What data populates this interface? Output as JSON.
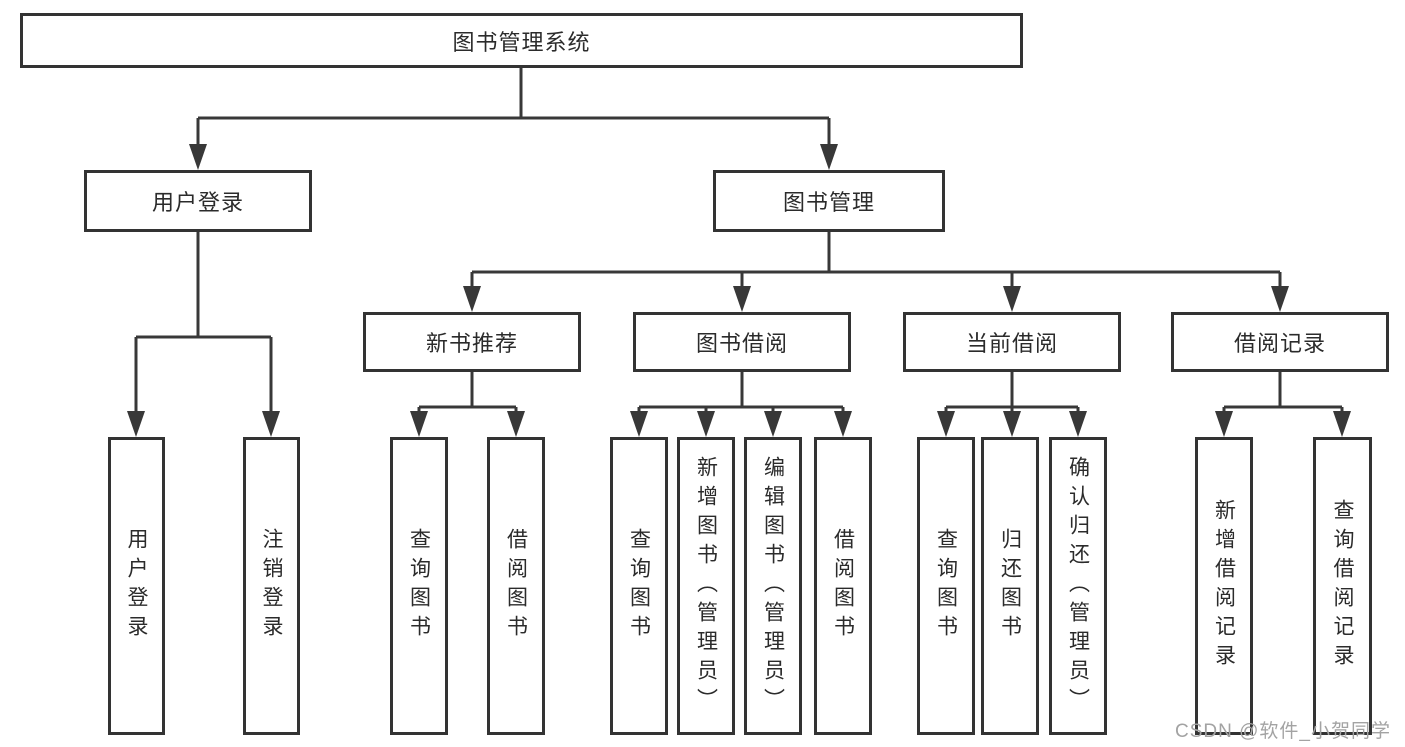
{
  "diagram": {
    "tree": {
      "label": "图书管理系统",
      "children": [
        {
          "label": "用户登录",
          "children": [
            {
              "label": "用户登录"
            },
            {
              "label": "注销登录"
            }
          ]
        },
        {
          "label": "图书管理",
          "children": [
            {
              "label": "新书推荐",
              "children": [
                {
                  "label": "查询图书"
                },
                {
                  "label": "借阅图书"
                }
              ]
            },
            {
              "label": "图书借阅",
              "children": [
                {
                  "label": "查询图书"
                },
                {
                  "label": "新增图书（管理员）"
                },
                {
                  "label": "编辑图书（管理员）"
                },
                {
                  "label": "借阅图书"
                }
              ]
            },
            {
              "label": "当前借阅",
              "children": [
                {
                  "label": "查询图书"
                },
                {
                  "label": "归还图书"
                },
                {
                  "label": "确认归还（管理员）"
                }
              ]
            },
            {
              "label": "借阅记录",
              "children": [
                {
                  "label": "新增借阅记录"
                },
                {
                  "label": "查询借阅记录"
                }
              ]
            }
          ]
        }
      ]
    },
    "colors": {
      "line": "#383838",
      "box_border": "#333333",
      "box_background": "#ffffff",
      "text": "#2b2b2b",
      "watermark": "#a3a3a3",
      "background": "#ffffff"
    }
  },
  "watermark": {
    "text": "CSDN @软件_小贺同学"
  }
}
